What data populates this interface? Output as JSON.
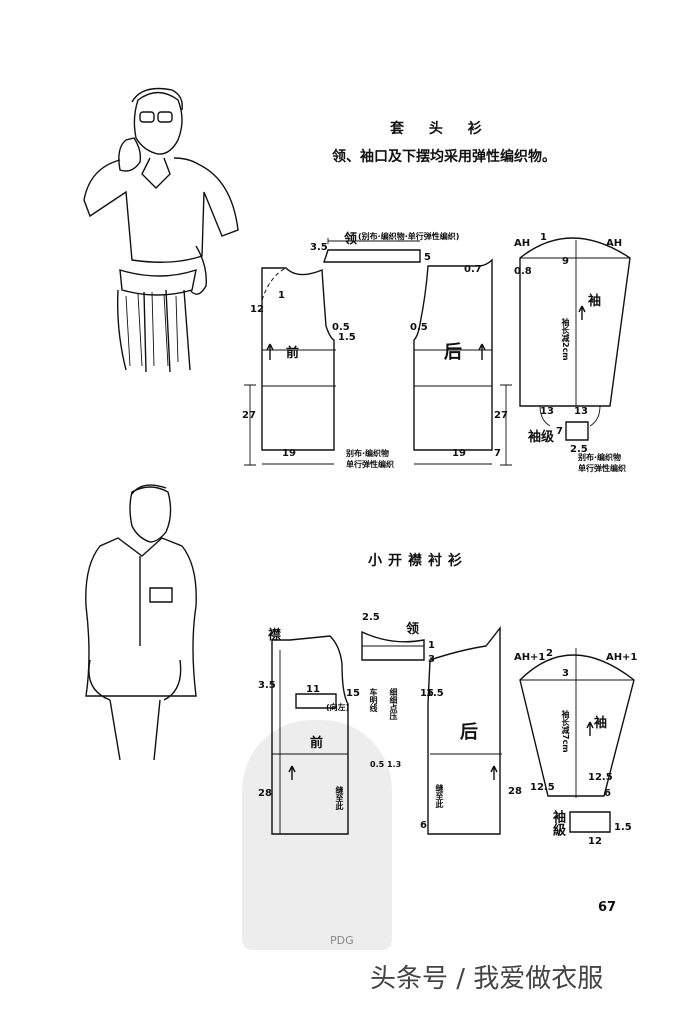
{
  "section1": {
    "title": "套 头 衫",
    "subtitle": "领、袖口及下摆均采用弹性编织物。",
    "collar_label": "领",
    "collar_note": "(别布·编织物·单行弹性编织)",
    "front_label": "前",
    "back_label": "后",
    "sleeve_label": "袖",
    "cuff_label": "袖级",
    "sleeve_note": "袖长减2cm",
    "hem_note_left": "别布·编织物\n单行弹性编织",
    "hem_note_right": "别布·编织物\n单行弹性编织",
    "dims": {
      "d35": "3.5",
      "d5": "5",
      "d07": "0.7",
      "d12": "12",
      "d1": "1",
      "d05a": "0.5",
      "d15a": "1.5",
      "d05b": "0.5",
      "d27a": "27",
      "d27b": "27",
      "d19a": "19",
      "d19b": "19",
      "d7a": "7",
      "d7b": "7",
      "ah": "AH",
      "d08": "0.8",
      "d9": "9",
      "d13a": "13",
      "d13b": "13",
      "d25": "2.5",
      "two": "2"
    }
  },
  "section2": {
    "title": "小开襟衬衫",
    "collar_label": "领",
    "front_label": "前",
    "back_label": "后",
    "sleeve_label": "袖",
    "cuff_label": "袖級",
    "placket_label": "襟",
    "pocket_note": "(向左)",
    "sew_note": "缝至此",
    "vert_note1": "车明线",
    "vert_note2": "细细点压",
    "vert_note3": "0.5 1.3",
    "sleeve_note": "袖长减7cm",
    "dims": {
      "d25a": "2.5",
      "d1a": "1",
      "d3": "3",
      "d15": "1.5",
      "d35": "3.5",
      "d11": "11",
      "d15b": "15",
      "d15c": "15",
      "d28a": "28",
      "d28b": "28",
      "d6": "6",
      "d3b": "3",
      "d2": "2",
      "d125a": "12.5",
      "d125b": "12.5",
      "d6b": "6",
      "d12": "12",
      "d15d": "1.5",
      "d1b": "1",
      "ah": "AH",
      "plus1": "+1"
    }
  },
  "page_number": "67",
  "watermark": "头条号 / 我爱做衣服",
  "stamp_text": "PDG"
}
